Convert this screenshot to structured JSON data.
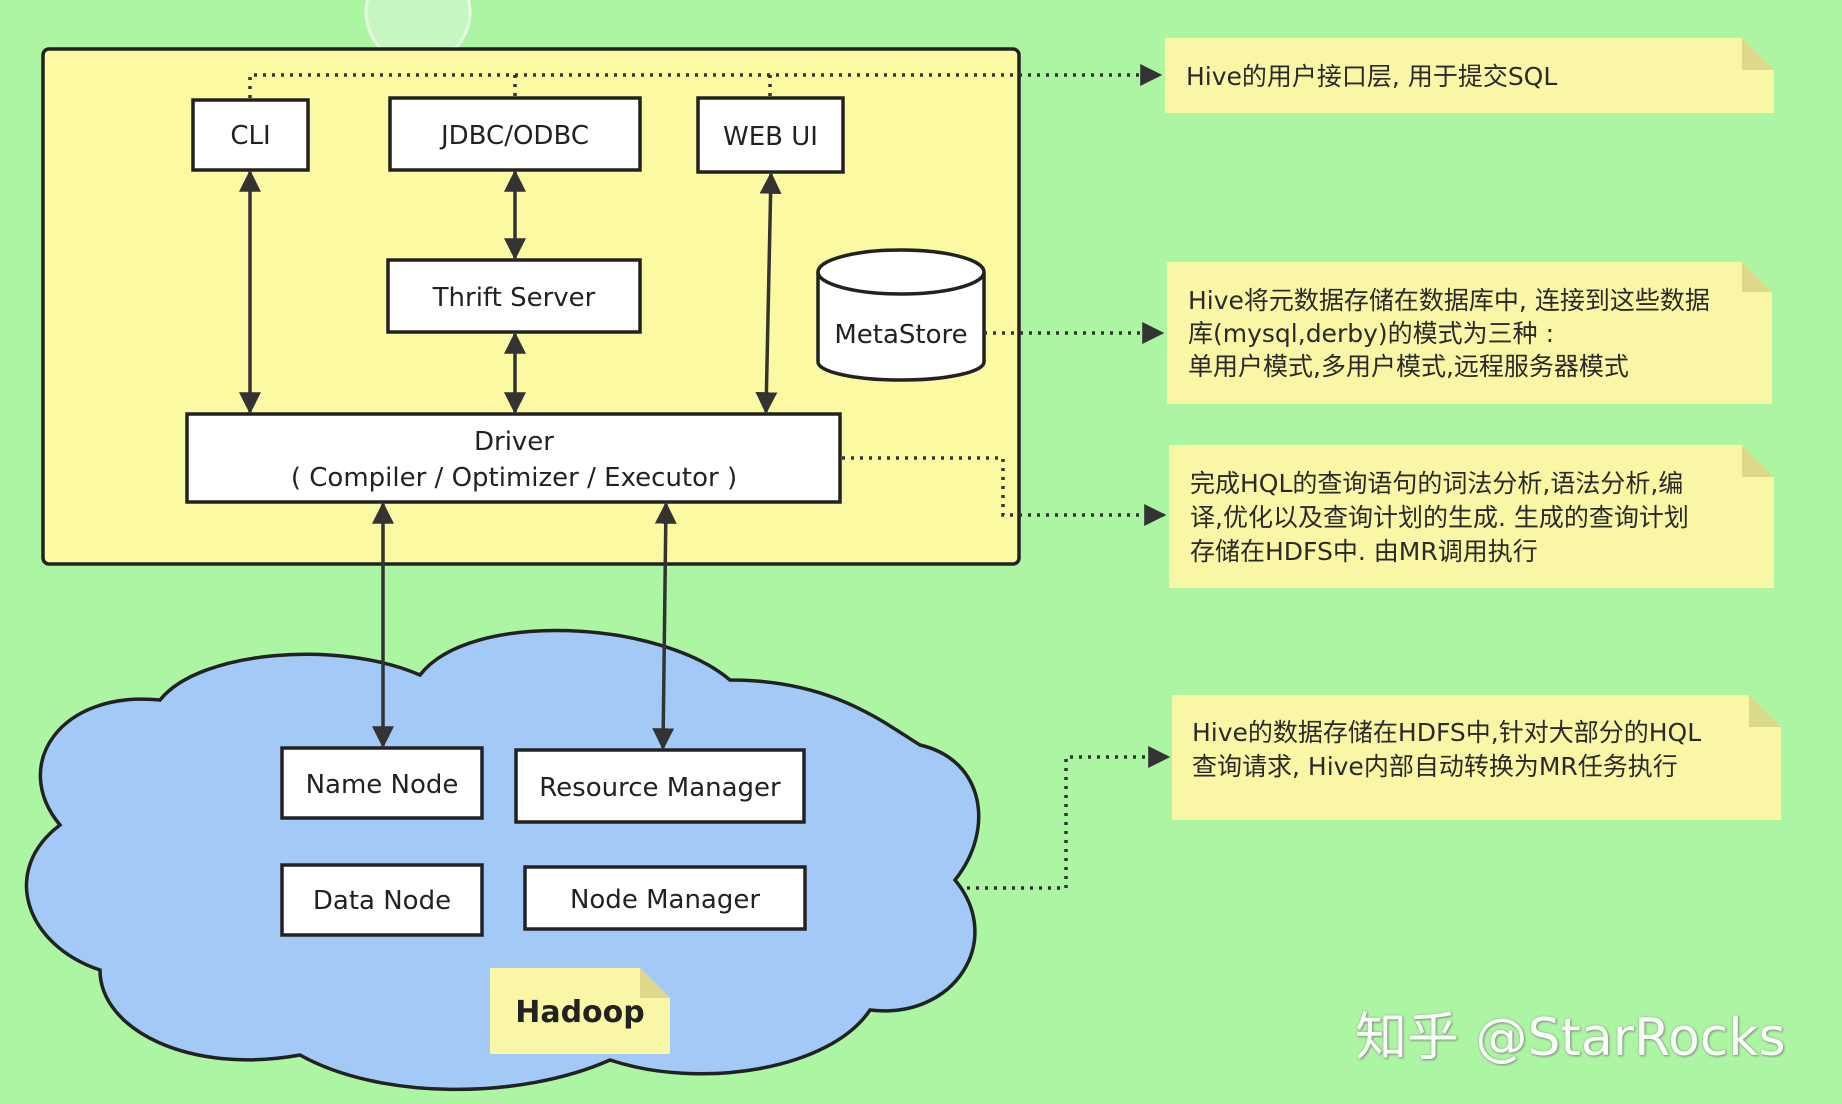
{
  "hive": {
    "cli": "CLI",
    "jdbc": "JDBC/ODBC",
    "webui": "WEB UI",
    "thrift": "Thrift Server",
    "metastore": "MetaStore",
    "driver_title": "Driver",
    "driver_sub": "( Compiler / Optimizer / Executor )"
  },
  "hadoop": {
    "label": "Hadoop",
    "name_node": "Name Node",
    "resource_manager": "Resource Manager",
    "data_node": "Data Node",
    "node_manager": "Node Manager"
  },
  "notes": {
    "ui_layer": [
      "Hive的用户接口层, 用于提交SQL"
    ],
    "metastore": [
      "Hive将元数据存储在数据库中, 连接到这些数据",
      "库(mysql,derby)的模式为三种 :",
      "单用户模式,多用户模式,远程服务器模式"
    ],
    "driver": [
      "完成HQL的查询语句的词法分析,语法分析,编",
      "译,优化以及查询计划的生成. 生成的查询计划",
      "存储在HDFS中. 由MR调用执行"
    ],
    "hadoop": [
      "Hive的数据存储在HDFS中,针对大部分的HQL",
      "查询请求, Hive内部自动转换为MR任务执行"
    ]
  },
  "watermark": "知乎 @StarRocks",
  "colors": {
    "background": "#acf5a2",
    "hive_panel": "#fcf9a3",
    "note": "#f9f7a6",
    "cloud": "#a3caf7"
  }
}
